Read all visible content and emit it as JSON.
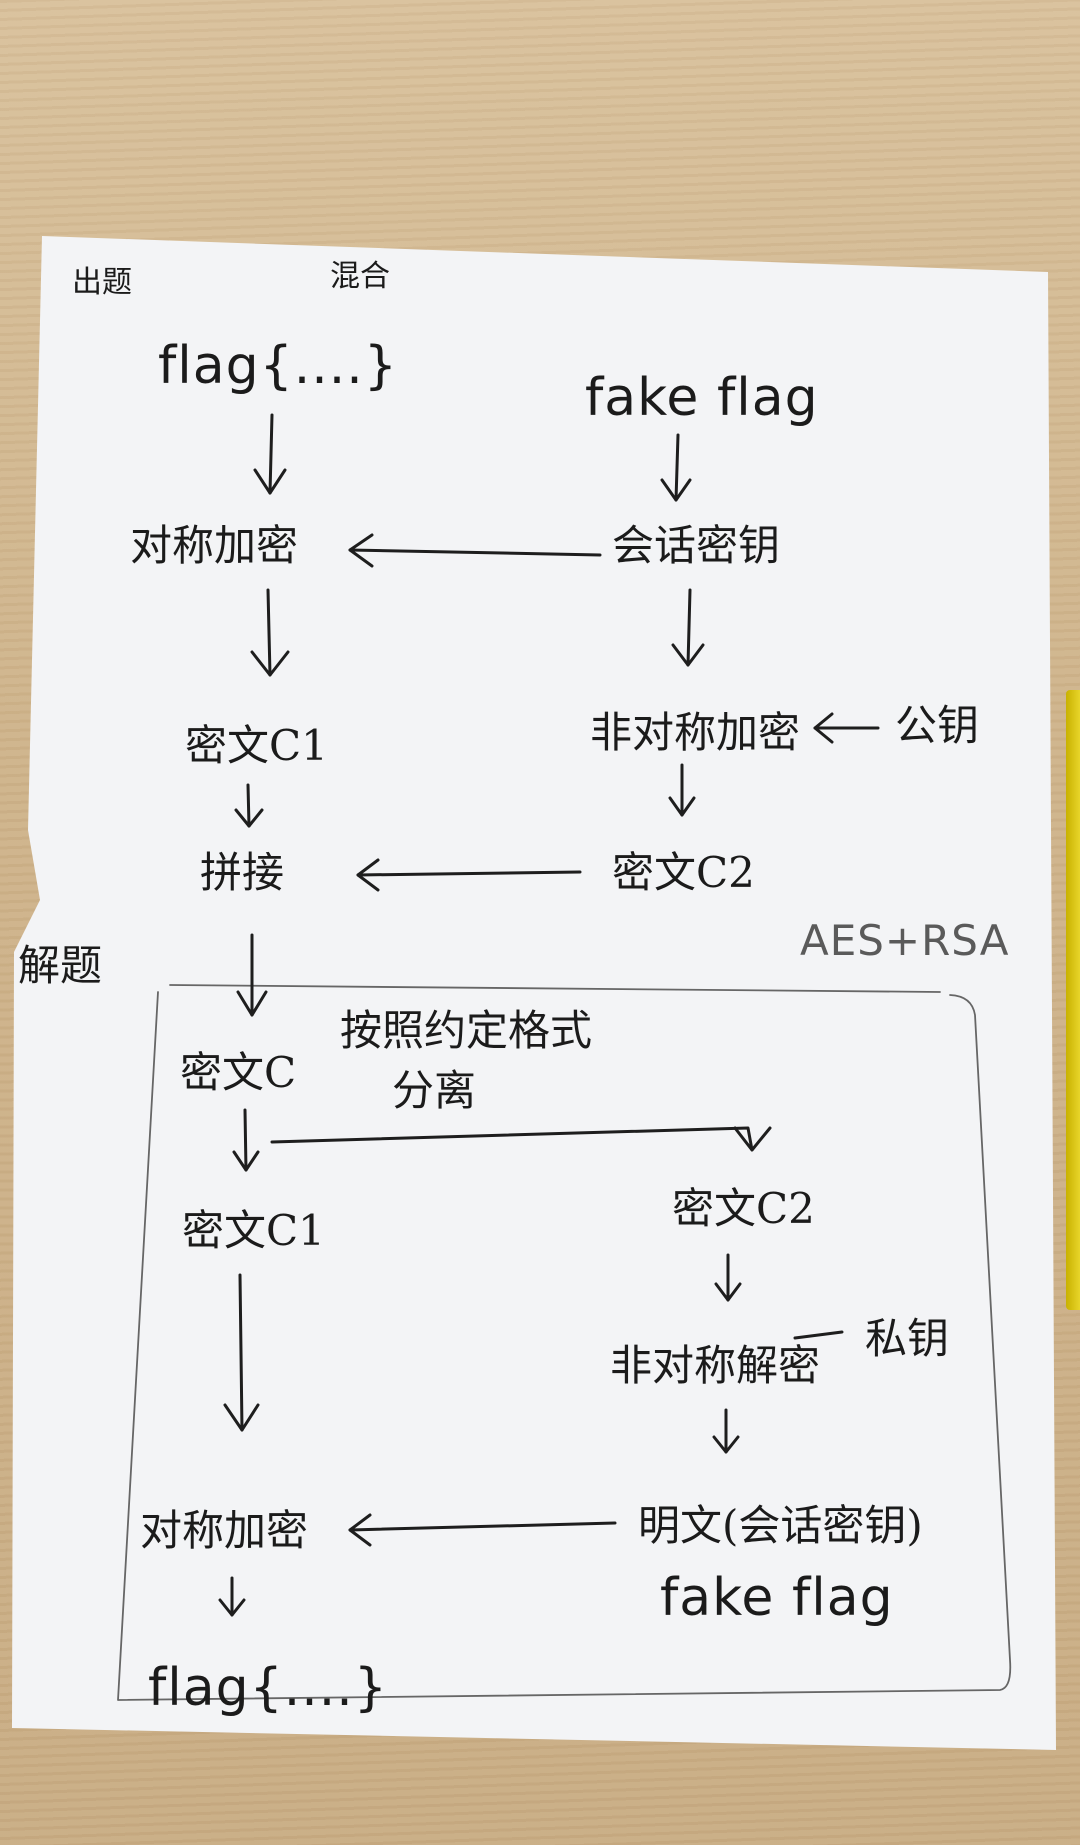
{
  "labels": {
    "section_setup": "出题",
    "mix": "混合",
    "flag_top": "flag{....}",
    "fake_flag_top": "fake flag",
    "sym_encrypt_top": "对称加密",
    "session_key_top": "会话密钥",
    "cipher_c1_top": "密文C1",
    "asym_encrypt": "非对称加密",
    "public_key": "公钥",
    "concat": "拼接",
    "cipher_c2_top": "密文C2",
    "aes_rsa": "AES+RSA",
    "section_solve": "解题",
    "cipher_c": "密文C",
    "split_format": "按照约定格式",
    "split": "分离",
    "cipher_c1_bottom": "密文C1",
    "cipher_c2_bottom": "密文C2",
    "asym_decrypt": "非对称解密",
    "private_key": "私钥",
    "sym_encrypt_bottom": "对称加密",
    "plaintext_session_key": "明文(会话密钥)",
    "fake_flag_bottom": "fake flag",
    "flag_bottom": "flag{....}"
  },
  "colors": {
    "ink": "#1e1e1e",
    "paper": "#f3f4f6",
    "wood": "#d2b68c",
    "pencil_box": "#666666"
  }
}
